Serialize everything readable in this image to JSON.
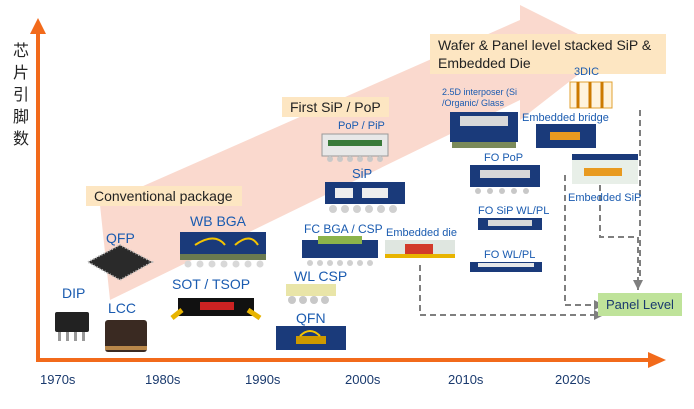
{
  "y_axis_label": "芯片引脚数",
  "decades": [
    "1970s",
    "1980s",
    "1990s",
    "2000s",
    "2010s",
    "2020s"
  ],
  "eras": {
    "conventional": "Conventional package",
    "first_sip": "First SiP / PoP",
    "wafer_panel": "Wafer & Panel level stacked SiP  & Embedded Die"
  },
  "packages": {
    "dip": "DIP",
    "lcc": "LCC",
    "qfp": "QFP",
    "sot": "SOT / TSOP",
    "wb_bga": "WB BGA",
    "qfn": "QFN",
    "wl_csp": "WL CSP",
    "fc_bga": "FC BGA / CSP",
    "sip": "SiP",
    "pop_pip": "PoP / PiP",
    "embedded_die": "Embedded die",
    "interposer": "2.5D interposer (Si /Organic/ Glass",
    "embedded_bridge": "Embedded bridge",
    "fo_pop": "FO PoP",
    "fo_sip": "FO SiP WL/PL",
    "fo_wl": "FO WL/PL",
    "tdic": "3DIC",
    "embedded_sip": "Embedded SiP"
  },
  "panel_level": "Panel Level",
  "colors": {
    "axis": "#f26a1b",
    "arrow_band": "#f9d5c9",
    "era_box": "#fde6c2",
    "panel_box": "#bfe39a",
    "label_blue": "#1a5bb0",
    "dashed": "#7f7f7f"
  }
}
